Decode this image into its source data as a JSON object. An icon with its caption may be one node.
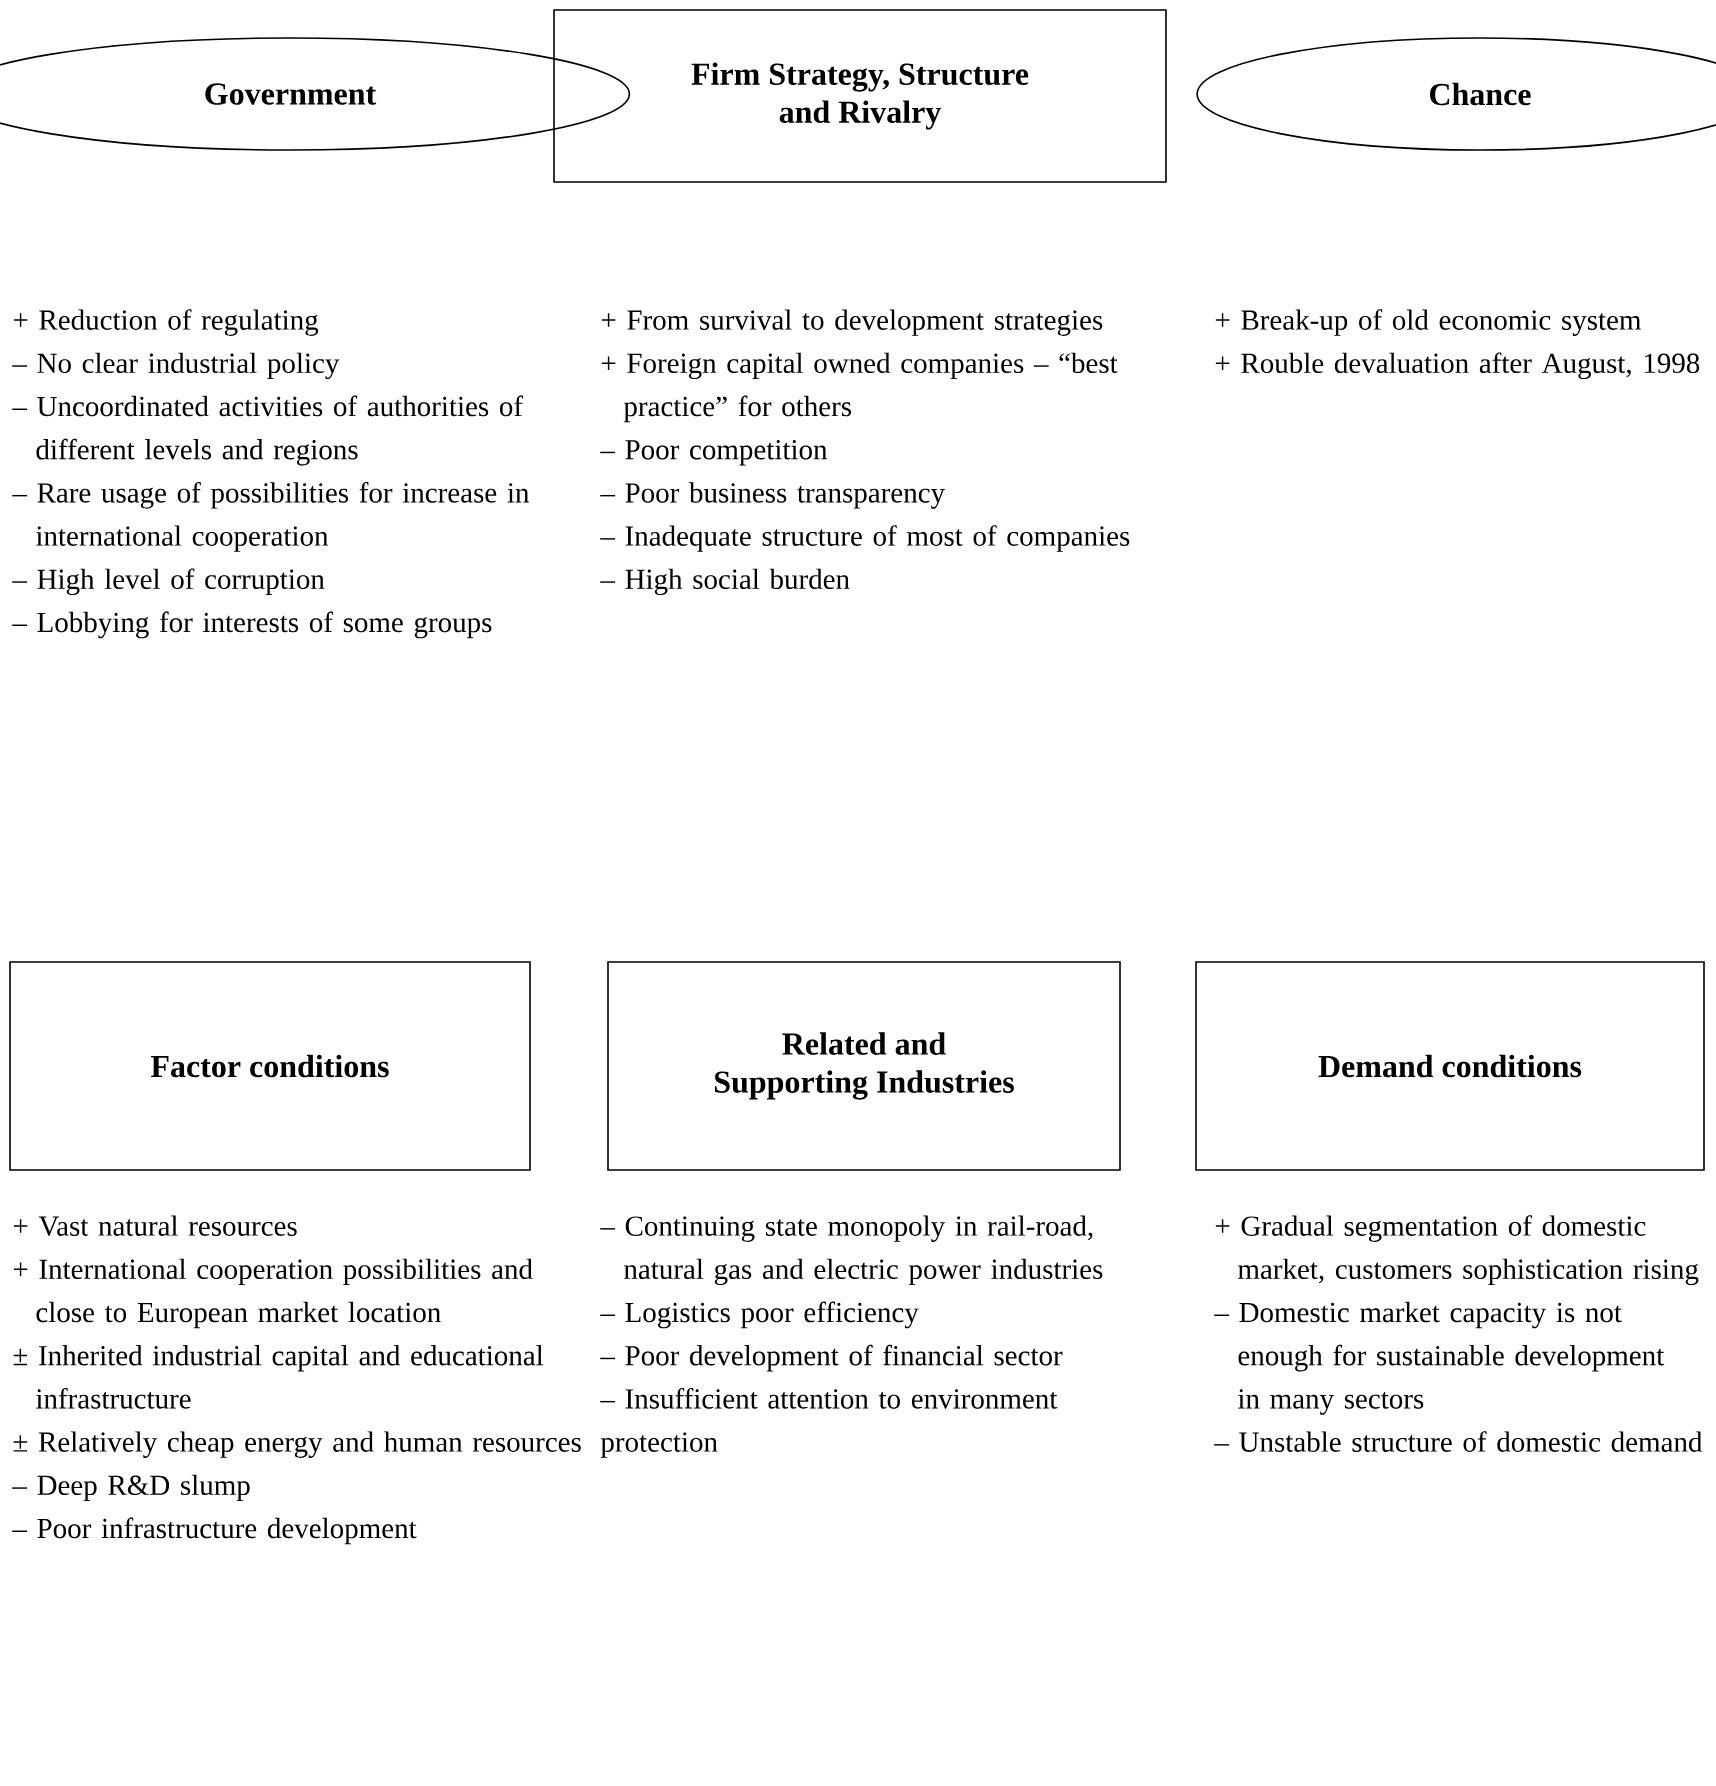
{
  "diagram": {
    "nodes": [
      {
        "text": [
          "Government"
        ],
        "beside": [
          "+ Reduction of regulating",
          "– No clear industrial policy",
          "– Uncoordinated activities of authorities of different levels and regions",
          "– Rare usage of possibilities for increase in international cooperation",
          "– High level of corruption",
          "– Lobbying for interests of some groups"
        ]
      },
      {
        "text": [
          "Firm Strategy, Structure and Rivalry"
        ],
        "beside": [
          "+ From survival to development strategies",
          "+ Foreign capital owned companies – “best practice” for others",
          "– Poor competition",
          "– Poor business transparency",
          "– Inadequate structure of most of companies",
          "– High social burden"
        ]
      },
      {
        "text": [
          "Chance"
        ],
        "beside": [
          "+ Break-up of old economic system",
          "+ Rouble devaluation after August, 1998"
        ]
      },
      {
        "text": [
          "Factor conditions"
        ],
        "beside": [
          "+ Vast natural resources",
          "+ International cooperation possibilities and close to European market location",
          "± Inherited industrial capital and educational infrastructure",
          "± Relatively cheap energy and human resources",
          "– Deep R&D slump",
          "– Poor infrastructure development"
        ]
      },
      {
        "text": [
          "Related and Supporting Industries"
        ],
        "beside": [
          "– Continuing state monopoly in rail-road, natural gas and electric power industries",
          "– Logistics poor efficiency",
          "– Poor development of financial sector",
          "– Insufficient attention to environment protection"
        ]
      },
      {
        "text": [
          "Demand conditions"
        ],
        "beside": [
          "+ Gradual segmentation of domestic market, customers sophistication rising",
          "– Domestic market capacity is not enough for sustainable development in many sectors",
          "– Unstable structure of domestic demand"
        ]
      }
    ]
  }
}
